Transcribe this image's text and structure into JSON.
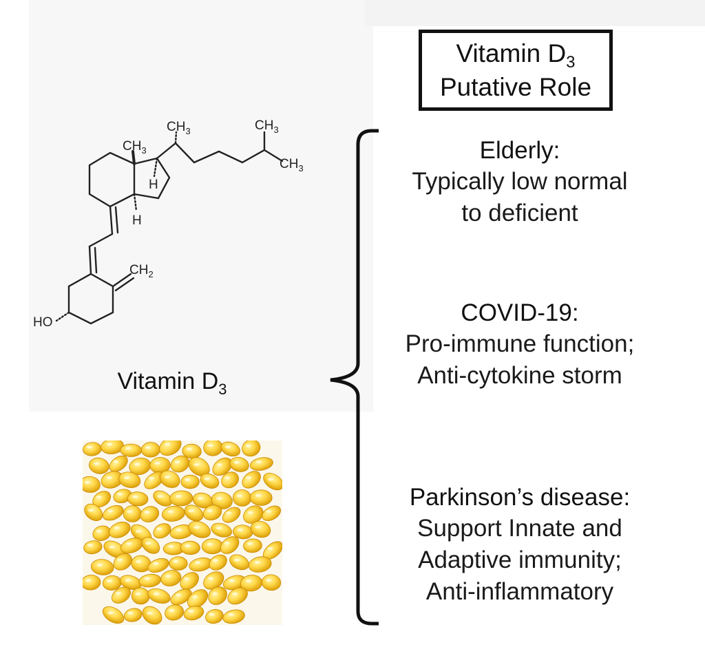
{
  "title": {
    "line1": "Vitamin D",
    "line1_sub": "3",
    "line2": "Putative Role"
  },
  "molecule": {
    "labels": {
      "ch3_ring": "CH",
      "ch3_ring_sub": "3",
      "ch3_chain": "CH",
      "ch3_chain_sub": "3",
      "ch3_tip_top": "CH",
      "ch3_tip_top_sub": "3",
      "ch3_tip_bottom": "CH",
      "ch3_tip_bottom_sub": "3",
      "h_upper": "H",
      "h_lower": "H",
      "ch2": "CH",
      "ch2_sub": "2",
      "ho": "HO"
    },
    "caption": "Vitamin D",
    "caption_sub": "3"
  },
  "sections": [
    {
      "heading": "Elderly:",
      "lines": [
        "Typically low normal",
        "to deficient"
      ]
    },
    {
      "heading": "COVID-19:",
      "lines": [
        "Pro-immune function;",
        "Anti-cytokine storm"
      ]
    },
    {
      "heading": "Parkinson’s disease:",
      "lines": [
        "Support Innate and",
        "Adaptive immunity;",
        "Anti-inflammatory"
      ]
    }
  ],
  "colors": {
    "capsule_dark": "#d99a00",
    "capsule_light": "#ffd84a"
  }
}
